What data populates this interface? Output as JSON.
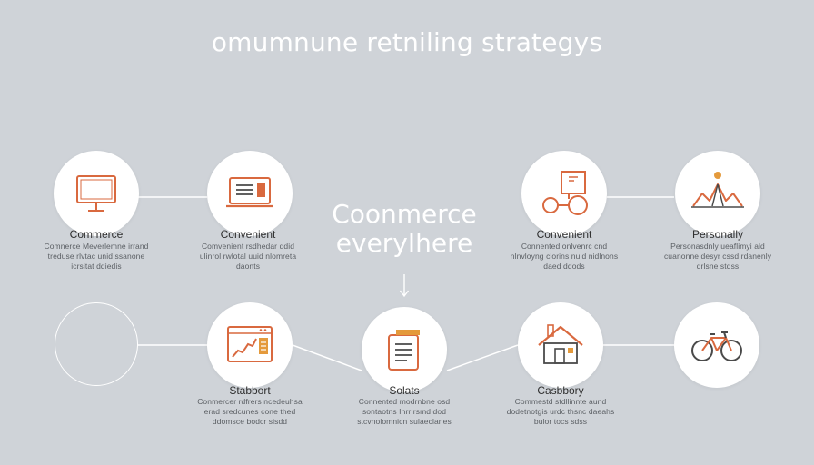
{
  "title": "omumnune retniling strategys",
  "center": {
    "line1": "Coonmerce",
    "line2": "everyIhere"
  },
  "nodes": [
    {
      "label": "Commerce",
      "desc": "Comnerce Meverlemne irrand treduse rlvtac unid ssanone icrsitat ddiedis",
      "icon": "monitor-icon"
    },
    {
      "label": "Convenient",
      "desc": "Comvenient rsdhedar ddid ulinrol rwlotal uuid nlomreta daonts",
      "icon": "laptop-icon"
    },
    {
      "label": "Convenient",
      "desc": "Connented onlvenrc cnd nlnvloyng clorins nuid nidlnons daed ddods",
      "icon": "package-icon"
    },
    {
      "label": "Personally",
      "desc": "Personasdnly ueaflimyi ald cuanonne desyr cssd rdanenly drlsne stdss",
      "icon": "tents-icon"
    },
    {
      "label": "",
      "desc": "",
      "icon": ""
    },
    {
      "label": "Stabbort",
      "desc": "Conmercer rdfrers ncedeuhsa erad sredcunes cone thed ddomsce bodcr sisdd",
      "icon": "analytics-icon"
    },
    {
      "label": "Solats",
      "desc": "Connented modrnbne osd sontaotns Ihrr rsmd dod stcvnolomnicn sulaeclanes",
      "icon": "documents-icon"
    },
    {
      "label": "Casbbory",
      "desc": "Commestd stdllinnte aund dodetnotgis urdc thsnc daeahs bulor tocs sdss",
      "icon": "house-icon"
    },
    {
      "label": "",
      "desc": "",
      "icon": "bicycle-icon"
    }
  ],
  "colors": {
    "background": "#cfd3d8",
    "accent": "#d9693f",
    "icon_dark": "#4a4a4a",
    "line": "#ffffff"
  }
}
